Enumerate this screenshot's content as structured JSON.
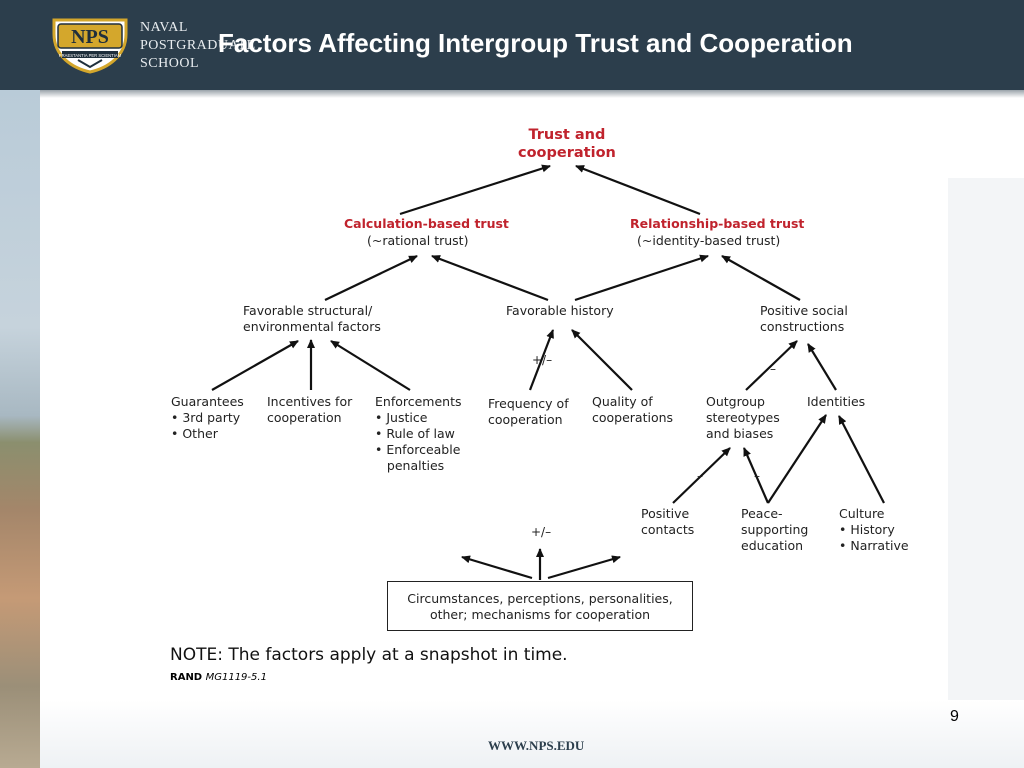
{
  "header": {
    "school_lines": [
      "NAVAL",
      "POSTGRADUATE",
      "SCHOOL"
    ],
    "logo_text": "NPS",
    "logo_motto": "PRAESTANTIA PER SCIENTIAM",
    "title": "Factors Affecting Intergroup Trust and Cooperation"
  },
  "diagram": {
    "nodes": {
      "trust": "Trust and\ncooperation",
      "calc": "Calculation-based trust",
      "calc_sub": "(~rational trust)",
      "rel": "Relationship-based trust",
      "rel_sub": "(~identity-based trust)",
      "structural": "Favorable structural/\nenvironmental factors",
      "history": "Favorable history",
      "social": "Positive social\nconstructions",
      "guarantees": "Guarantees\n• 3rd party\n• Other",
      "incentives": "Incentives for\ncooperation",
      "enforcements": "Enforcements\n• Justice\n• Rule of law\n• Enforceable\n   penalties",
      "frequency": "Frequency of\ncooperation",
      "quality": "Quality of\ncooperations",
      "outgroup": "Outgroup\nstereotypes\nand biases",
      "identities": "Identities",
      "positive_contacts": "Positive\ncontacts",
      "peace": "Peace-\nsupporting\neducation",
      "culture": "Culture\n• History\n• Narrative",
      "circumstances": "Circumstances, perceptions, personalities,\nother; mechanisms for cooperation"
    },
    "signs": {
      "history_sign": "+/–",
      "social_sign": "–",
      "contacts_sign": "–",
      "peace_sign": "–",
      "circumstances_sign": "+/–"
    }
  },
  "note": "NOTE: The factors apply at a snapshot in time.",
  "rand_label": "RAND",
  "rand_code": "MG1119-5.1",
  "page_number": "9",
  "footer_url": "WWW.NPS.EDU",
  "colors": {
    "header_bg": "#2c3e4c",
    "title_text": "#ffffff",
    "accent_red": "#c0232d",
    "logo_gold": "#d4a72c"
  }
}
